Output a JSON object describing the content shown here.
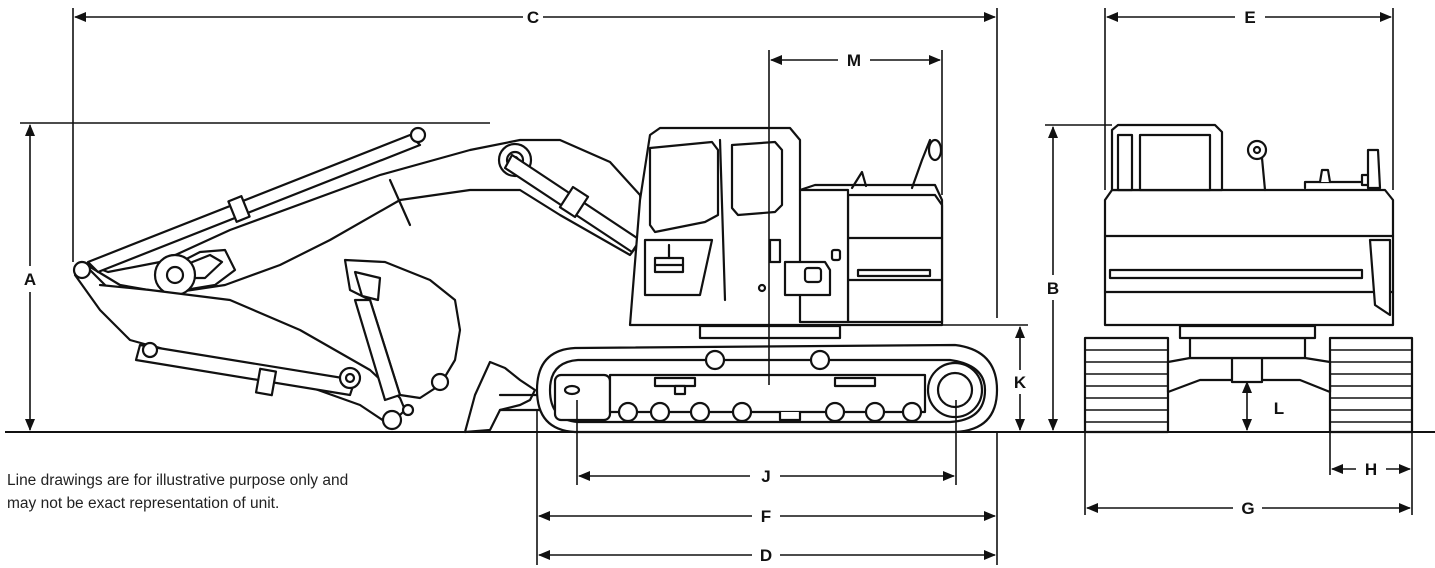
{
  "note": {
    "line1": "Line drawings are for illustrative purpose only and",
    "line2": "may not be exact representation of unit."
  },
  "dimensions": {
    "A": "A",
    "B": "B",
    "C": "C",
    "D": "D",
    "E": "E",
    "F": "F",
    "G": "G",
    "H": "H",
    "J": "J",
    "K": "K",
    "L": "L",
    "M": "M"
  },
  "colors": {
    "line": "#111111",
    "text": "#222222"
  }
}
